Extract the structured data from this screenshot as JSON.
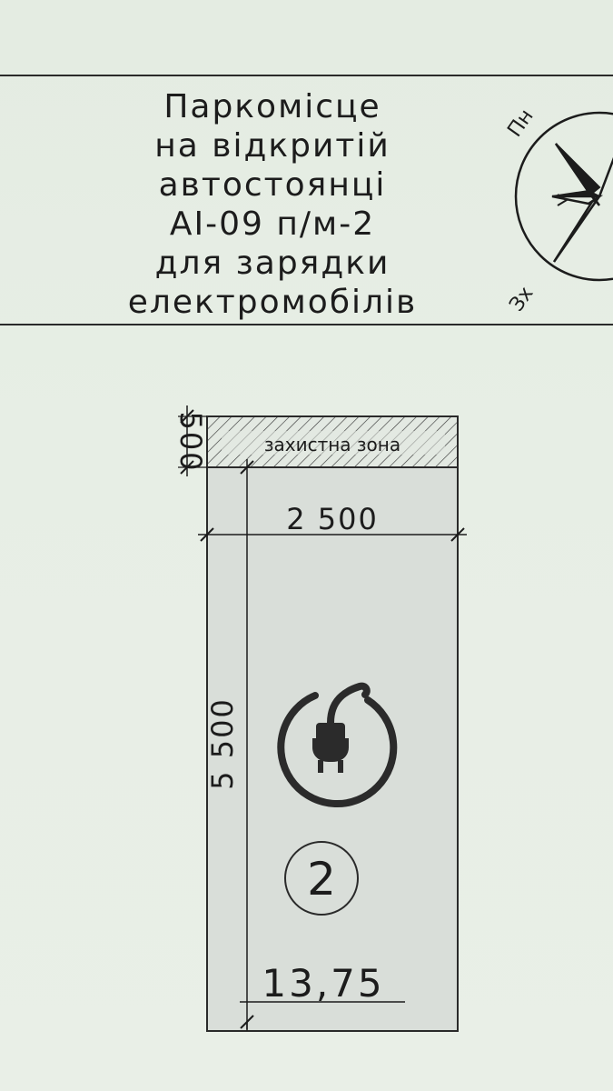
{
  "title": {
    "lines": [
      "Паркомісце",
      "на відкритій",
      "автостоянці",
      "АІ-09 п/м-2",
      "для зарядки",
      "електромобілів"
    ]
  },
  "compass": {
    "north_label": "Пн",
    "west_label": "Зх"
  },
  "plan": {
    "protective_zone_label": "захистна зона",
    "protective_zone_depth": "500",
    "width": "2 500",
    "length": "5 500",
    "charging_icon": "ev-plug-icon",
    "spot_number": "2",
    "area": "13,75"
  },
  "colors": {
    "paper": "#e6ede4",
    "spot_fill": "#d8ddd9",
    "ink": "#1c1c1c"
  }
}
